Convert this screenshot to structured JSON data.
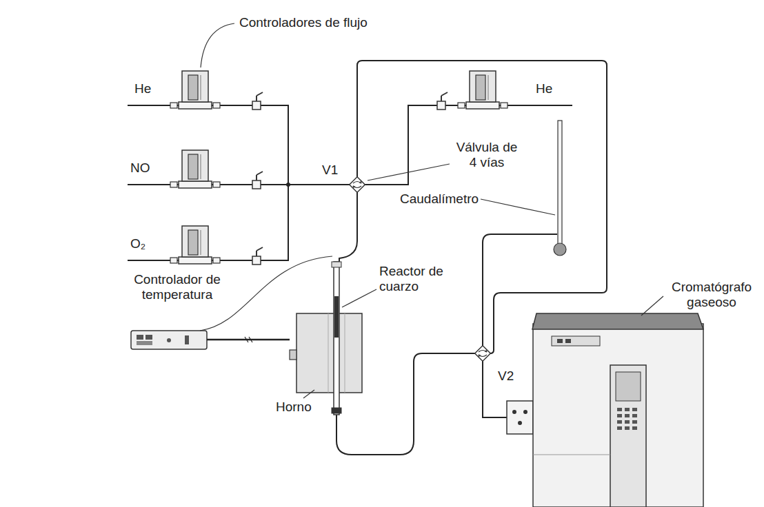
{
  "diagram": {
    "labels": [
      "Controladores de flujo",
      "He",
      "NO",
      "O₂",
      "He",
      "Válvula de 4 vías",
      "V1",
      "Caudalímetro",
      "Reactor de cuarzo",
      "Controlador de temperatura",
      "Horno",
      "Cromatógrafo gaseoso",
      "V2"
    ]
  }
}
